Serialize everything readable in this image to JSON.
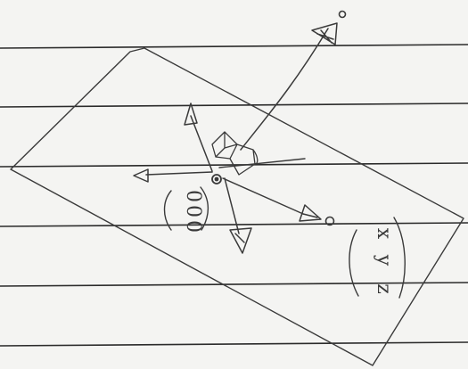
{
  "sheet": {
    "paper_color": "#f4f4f2",
    "rule_color": "#2b2b2b",
    "ink_color": "#3a3a3a"
  },
  "labels": {
    "zero_vector": [
      "0",
      "0",
      "0"
    ],
    "xyz_vector": [
      "x",
      "y",
      "z"
    ]
  }
}
